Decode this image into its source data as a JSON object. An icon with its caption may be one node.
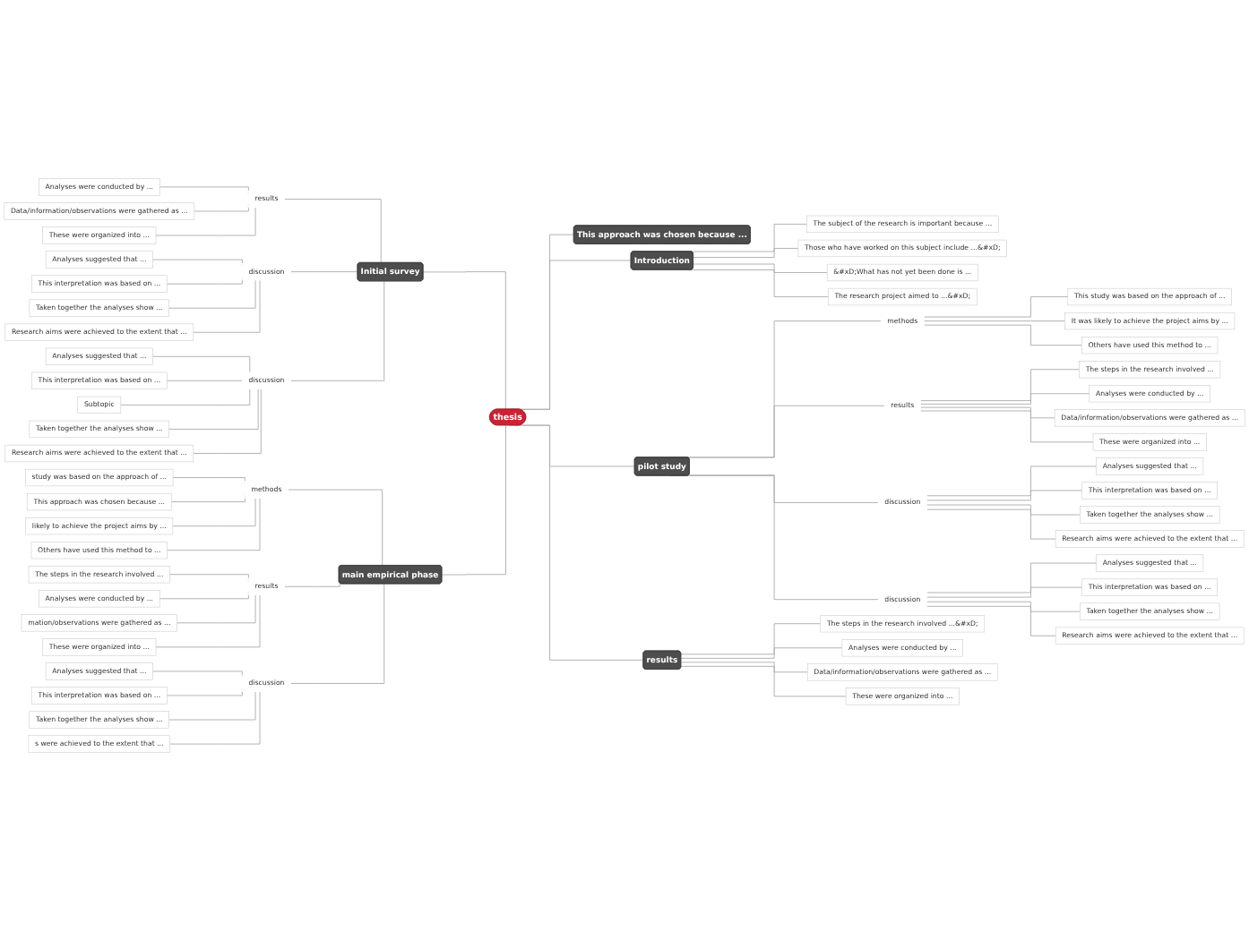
{
  "diagram": {
    "nodes": [
      {
        "text": [
          "thesis"
        ]
      },
      {
        "text": [
          "Initial survey"
        ]
      },
      {
        "text": [
          "results"
        ]
      },
      {
        "text": [
          "Analyses were conducted by ..."
        ]
      },
      {
        "text": [
          "Data/information/observations were gathered as ..."
        ]
      },
      {
        "text": [
          "These were organized into ..."
        ]
      },
      {
        "text": [
          "discussion"
        ]
      },
      {
        "text": [
          "Analyses suggested that ..."
        ]
      },
      {
        "text": [
          "This interpretation was based on ..."
        ]
      },
      {
        "text": [
          "Taken together the analyses show ..."
        ]
      },
      {
        "text": [
          "Research aims were achieved to the extent that ..."
        ]
      },
      {
        "text": [
          "discussion"
        ]
      },
      {
        "text": [
          "Analyses suggested that ..."
        ]
      },
      {
        "text": [
          "This interpretation was based on ..."
        ]
      },
      {
        "text": [
          "Subtopic"
        ]
      },
      {
        "text": [
          "Taken together the analyses show ..."
        ]
      },
      {
        "text": [
          "Research aims were achieved to the extent that ..."
        ]
      },
      {
        "text": [
          "main empirical phase"
        ]
      },
      {
        "text": [
          "methods"
        ]
      },
      {
        "text": [
          "study was based on the approach of ..."
        ]
      },
      {
        "text": [
          "This approach was chosen because ..."
        ]
      },
      {
        "text": [
          "likely to achieve the project aims by ..."
        ]
      },
      {
        "text": [
          "Others have used this method to ..."
        ]
      },
      {
        "text": [
          "results"
        ]
      },
      {
        "text": [
          "The steps in the research involved ..."
        ]
      },
      {
        "text": [
          "Analyses were conducted by ..."
        ]
      },
      {
        "text": [
          "mation/observations were gathered as ..."
        ]
      },
      {
        "text": [
          "These were organized into ..."
        ]
      },
      {
        "text": [
          "discussion"
        ]
      },
      {
        "text": [
          "Analyses suggested that ..."
        ]
      },
      {
        "text": [
          "This interpretation was based on ..."
        ]
      },
      {
        "text": [
          "Taken together the analyses show ..."
        ]
      },
      {
        "text": [
          "s were achieved to the extent that ..."
        ]
      },
      {
        "text": [
          "This approach was chosen because ..."
        ]
      },
      {
        "text": [
          "Introduction"
        ]
      },
      {
        "text": [
          "The subject of the research is important because ..."
        ]
      },
      {
        "text": [
          "Those who have worked on this subject include ...&#xD;"
        ]
      },
      {
        "text": [
          "&#xD;What has not yet been done is ..."
        ]
      },
      {
        "text": [
          "The research project aimed to ...&#xD;"
        ]
      },
      {
        "text": [
          "pilot study"
        ]
      },
      {
        "text": [
          "methods"
        ]
      },
      {
        "text": [
          "This study was based on the approach of ..."
        ]
      },
      {
        "text": [
          "It was likely to achieve the project aims by ..."
        ]
      },
      {
        "text": [
          "Others have used this method to ..."
        ]
      },
      {
        "text": [
          "results"
        ]
      },
      {
        "text": [
          "The steps in the research involved ..."
        ]
      },
      {
        "text": [
          "Analyses were conducted by ..."
        ]
      },
      {
        "text": [
          "Data/information/observations were gathered as ..."
        ]
      },
      {
        "text": [
          "These were organized into ..."
        ]
      },
      {
        "text": [
          "discussion"
        ]
      },
      {
        "text": [
          "Analyses suggested that ..."
        ]
      },
      {
        "text": [
          "This interpretation was based on ..."
        ]
      },
      {
        "text": [
          "Taken together the analyses show ..."
        ]
      },
      {
        "text": [
          "Research aims were achieved to the extent that ..."
        ]
      },
      {
        "text": [
          "discussion"
        ]
      },
      {
        "text": [
          "Analyses suggested that ..."
        ]
      },
      {
        "text": [
          "This interpretation was based on ..."
        ]
      },
      {
        "text": [
          "Taken together the analyses show ..."
        ]
      },
      {
        "text": [
          "Research aims were achieved to the extent that ..."
        ]
      },
      {
        "text": [
          "results"
        ]
      },
      {
        "text": [
          "The steps in the research involved ...&#xD;"
        ]
      },
      {
        "text": [
          "Analyses were conducted by ..."
        ]
      },
      {
        "text": [
          "Data/information/observations were gathered as ..."
        ]
      },
      {
        "text": [
          "These were organized into ..."
        ]
      }
    ],
    "edges": [
      {
        "from": 1,
        "to": 0,
        "arrow": "none"
      },
      {
        "from": 2,
        "to": 1,
        "arrow": "none"
      },
      {
        "from": 3,
        "to": 2,
        "arrow": "none"
      },
      {
        "from": 4,
        "to": 2,
        "arrow": "none"
      },
      {
        "from": 5,
        "to": 2,
        "arrow": "none"
      },
      {
        "from": 6,
        "to": 1,
        "arrow": "none"
      },
      {
        "from": 7,
        "to": 6,
        "arrow": "none"
      },
      {
        "from": 8,
        "to": 6,
        "arrow": "none"
      },
      {
        "from": 9,
        "to": 6,
        "arrow": "none"
      },
      {
        "from": 10,
        "to": 6,
        "arrow": "none"
      },
      {
        "from": 11,
        "to": 1,
        "arrow": "none"
      },
      {
        "from": 12,
        "to": 11,
        "arrow": "none"
      },
      {
        "from": 13,
        "to": 11,
        "arrow": "none"
      },
      {
        "from": 14,
        "to": 11,
        "arrow": "none"
      },
      {
        "from": 15,
        "to": 11,
        "arrow": "none"
      },
      {
        "from": 16,
        "to": 11,
        "arrow": "none"
      },
      {
        "from": 17,
        "to": 0,
        "arrow": "none"
      },
      {
        "from": 18,
        "to": 17,
        "arrow": "none"
      },
      {
        "from": 19,
        "to": 18,
        "arrow": "none"
      },
      {
        "from": 20,
        "to": 18,
        "arrow": "none"
      },
      {
        "from": 21,
        "to": 18,
        "arrow": "none"
      },
      {
        "from": 22,
        "to": 18,
        "arrow": "none"
      },
      {
        "from": 23,
        "to": 17,
        "arrow": "none"
      },
      {
        "from": 24,
        "to": 23,
        "arrow": "none"
      },
      {
        "from": 25,
        "to": 23,
        "arrow": "none"
      },
      {
        "from": 26,
        "to": 23,
        "arrow": "none"
      },
      {
        "from": 27,
        "to": 23,
        "arrow": "none"
      },
      {
        "from": 28,
        "to": 17,
        "arrow": "none"
      },
      {
        "from": 29,
        "to": 28,
        "arrow": "none"
      },
      {
        "from": 30,
        "to": 28,
        "arrow": "none"
      },
      {
        "from": 31,
        "to": 28,
        "arrow": "none"
      },
      {
        "from": 32,
        "to": 28,
        "arrow": "none"
      },
      {
        "from": 0,
        "to": 33,
        "arrow": "none"
      },
      {
        "from": 0,
        "to": 34,
        "arrow": "none"
      },
      {
        "from": 34,
        "to": 35,
        "arrow": "none"
      },
      {
        "from": 34,
        "to": 36,
        "arrow": "none"
      },
      {
        "from": 34,
        "to": 37,
        "arrow": "none"
      },
      {
        "from": 34,
        "to": 38,
        "arrow": "none"
      },
      {
        "from": 0,
        "to": 39,
        "arrow": "none"
      },
      {
        "from": 39,
        "to": 40,
        "arrow": "none"
      },
      {
        "from": 40,
        "to": 41,
        "arrow": "none"
      },
      {
        "from": 40,
        "to": 42,
        "arrow": "none"
      },
      {
        "from": 40,
        "to": 43,
        "arrow": "none"
      },
      {
        "from": 39,
        "to": 44,
        "arrow": "none"
      },
      {
        "from": 44,
        "to": 45,
        "arrow": "none"
      },
      {
        "from": 44,
        "to": 46,
        "arrow": "none"
      },
      {
        "from": 44,
        "to": 47,
        "arrow": "none"
      },
      {
        "from": 44,
        "to": 48,
        "arrow": "none"
      },
      {
        "from": 39,
        "to": 49,
        "arrow": "none"
      },
      {
        "from": 49,
        "to": 50,
        "arrow": "none"
      },
      {
        "from": 49,
        "to": 51,
        "arrow": "none"
      },
      {
        "from": 49,
        "to": 52,
        "arrow": "none"
      },
      {
        "from": 49,
        "to": 53,
        "arrow": "none"
      },
      {
        "from": 39,
        "to": 54,
        "arrow": "none"
      },
      {
        "from": 54,
        "to": 55,
        "arrow": "none"
      },
      {
        "from": 54,
        "to": 56,
        "arrow": "none"
      },
      {
        "from": 54,
        "to": 57,
        "arrow": "none"
      },
      {
        "from": 54,
        "to": 58,
        "arrow": "none"
      },
      {
        "from": 0,
        "to": 59,
        "arrow": "none"
      },
      {
        "from": 59,
        "to": 60,
        "arrow": "none"
      },
      {
        "from": 59,
        "to": 61,
        "arrow": "none"
      },
      {
        "from": 59,
        "to": 62,
        "arrow": "none"
      },
      {
        "from": 59,
        "to": 63,
        "arrow": "none"
      }
    ]
  }
}
